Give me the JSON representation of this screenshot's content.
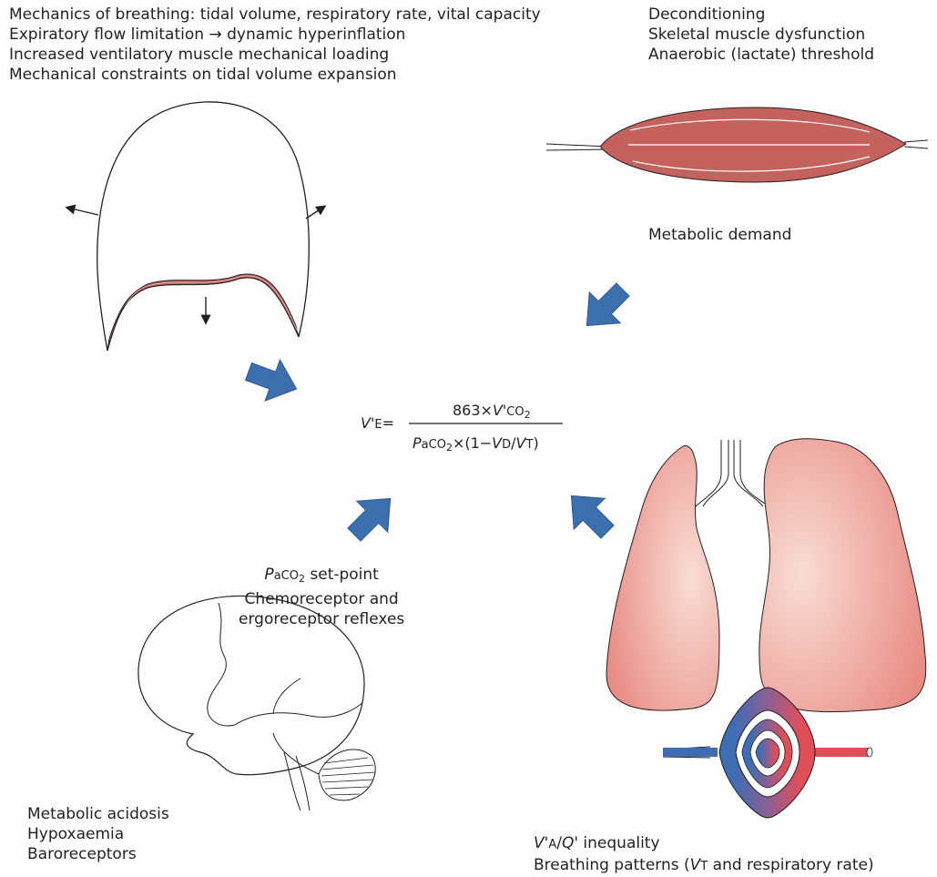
{
  "mechanics": {
    "lines": [
      "Mechanics of breathing: tidal volume, respiratory rate, vital capacity",
      "Expiratory flow limitation → dynamic hyperinflation",
      "Increased ventilatory muscle mechanical loading",
      "Mechanical constraints on tidal volume expansion"
    ]
  },
  "muscle": {
    "lines": [
      "Deconditioning",
      "Skeletal muscle dysfunction",
      "Anaerobic (lactate) threshold"
    ],
    "caption": "Metabolic demand"
  },
  "equation": {
    "lhs_v": "V'",
    "lhs_sub": "E",
    "eq": "=",
    "num_coef": "863×",
    "num_v": "V'",
    "num_co": "CO",
    "num_sub": "2",
    "den_p": "P",
    "den_a": "a",
    "den_co": "CO",
    "den_sub": "2",
    "den_mid": "×(1−",
    "den_vd": "V",
    "den_d": "D",
    "den_slash": "/",
    "den_vt": "V",
    "den_t": "T",
    "den_close": ")"
  },
  "brain": {
    "control": {
      "p": "P",
      "a": "a",
      "co": "CO",
      "sub": "2",
      "rest": " set-point",
      "line2": "Chemoreceptor and",
      "line3": "ergoreceptor reflexes"
    },
    "lines": [
      "Metabolic acidosis",
      "Hypoxaemia",
      "Baroreceptors"
    ]
  },
  "lung": {
    "vq_v": "V'",
    "vq_a": "A",
    "vq_slash": "/",
    "vq_q": "Q'",
    "vq_rest": " inequality",
    "bp_pre": "Breathing patterns (",
    "bp_v": "V",
    "bp_t": "T",
    "bp_post": " and respiratory rate)"
  },
  "colors": {
    "arrow_fill": "#3c6fae",
    "arrow_stroke": "#2d5a90",
    "muscle": "#c4635e",
    "lung_edge": "#e88f87",
    "lung_center": "#f8d9d1",
    "vessel_blue": "#3d6db4",
    "vessel_red": "#e04e58"
  }
}
